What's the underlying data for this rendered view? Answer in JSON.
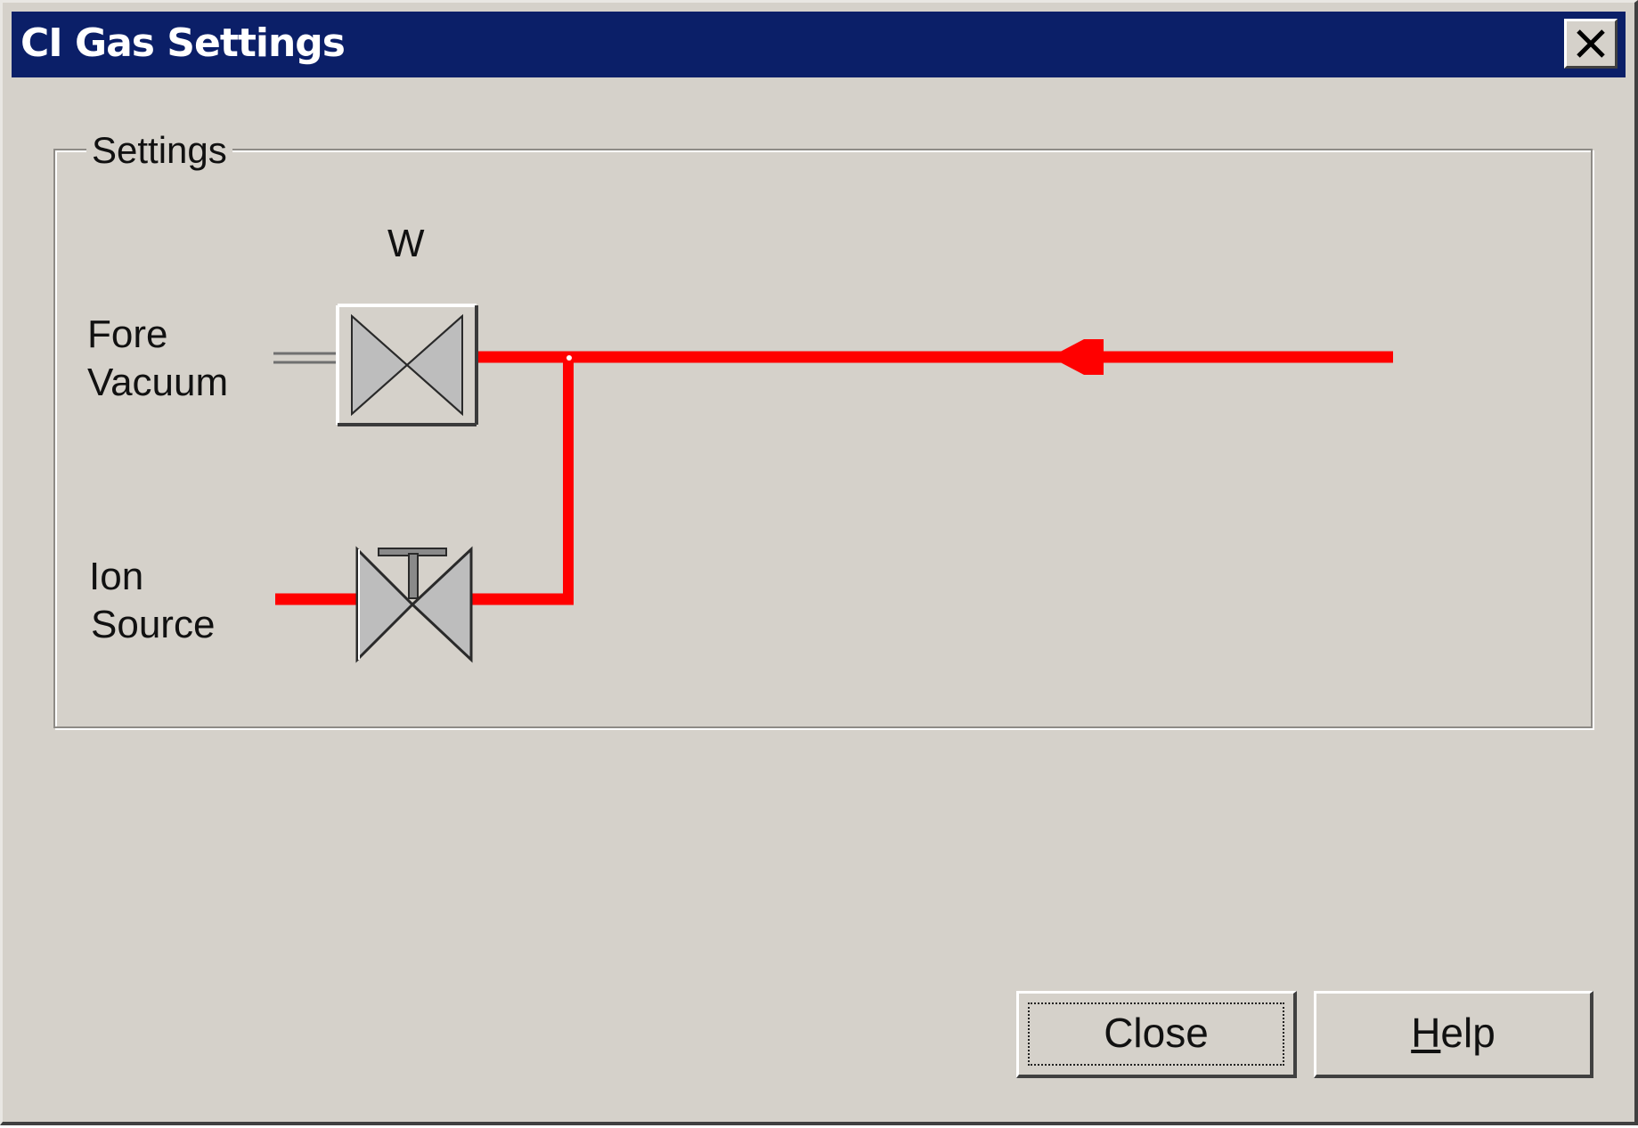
{
  "window": {
    "title": "CI Gas Settings",
    "close_glyph": "✕"
  },
  "settings": {
    "group_label": "Settings",
    "valve_tag": "W",
    "fore_vacuum_line1": "Fore",
    "fore_vacuum_line2": "Vacuum",
    "ion_source_line1": "Ion",
    "ion_source_line2": "Source",
    "active_line_color": "#ff0000",
    "icons": [
      "gate-valve-icon",
      "manual-valve-icon",
      "flow-arrow-icon"
    ]
  },
  "buttons": {
    "close_label": "Close",
    "help_label": "Help"
  }
}
